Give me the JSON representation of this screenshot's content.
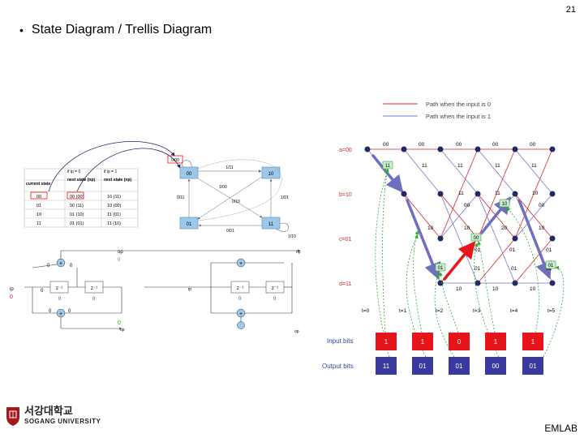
{
  "page_number": "21",
  "title": "State Diagram / Trellis Diagram",
  "footer": {
    "university_kr": "서강대학교",
    "university_en": "SOGANG UNIVERSITY",
    "lab": "EMLAB"
  },
  "state_table": {
    "headers": [
      "current state",
      "next state (np)",
      "next state (np)"
    ],
    "header_top": [
      "if ip = 0",
      "if ip = 1"
    ],
    "rows": [
      [
        "00",
        "00 (00)",
        "10 (11)"
      ],
      [
        "01",
        "00 (11)",
        "10 (00)"
      ],
      [
        "10",
        "01 (10)",
        "11 (01)"
      ],
      [
        "11",
        "01 (01)",
        "11 (10)"
      ]
    ]
  },
  "state_diagram": {
    "states": [
      "00",
      "10",
      "01",
      "11"
    ],
    "edge_labels": [
      "0/00",
      "1/11",
      "1/00",
      "0/11",
      "0/10",
      "1/01",
      "0/01",
      "1/10"
    ]
  },
  "encoder_left": {
    "labels": [
      "op",
      "0",
      "0",
      "0",
      "0",
      "0",
      "0",
      "0",
      "0",
      "0",
      "ip",
      "0",
      "op"
    ],
    "delay": "z⁻¹"
  },
  "encoder_right": {
    "labels": [
      "op",
      "ip",
      "0",
      "0",
      "op"
    ],
    "delay": "z⁻¹"
  },
  "trellis": {
    "legend": [
      "Path when the input is 0",
      "Path when the input is 1"
    ],
    "state_labels": [
      "a=00",
      "b=10",
      "c=01",
      "d=11"
    ],
    "time_labels": [
      "t=0",
      "t=1",
      "t=2",
      "t=3",
      "t=4",
      "t=5"
    ],
    "branch_labels": [
      "00",
      "00",
      "00",
      "00",
      "00",
      "11",
      "11",
      "11",
      "11",
      "11",
      "11",
      "11",
      "00",
      "00",
      "10",
      "10",
      "10",
      "20",
      "10",
      "01",
      "01",
      "01",
      "01",
      "01",
      "01",
      "10",
      "10",
      "10"
    ],
    "annotations": [
      "11",
      "10",
      "01",
      "00",
      "01"
    ],
    "input_label": "Input bits",
    "output_label": "Output bits",
    "input_bits": [
      "1",
      "1",
      "0",
      "1",
      "1"
    ],
    "output_bits": [
      "11",
      "01",
      "01",
      "00",
      "01"
    ]
  },
  "colors": {
    "input_box": "#e8141b",
    "output_box": "#3a3a9e",
    "path0": "#d8262a",
    "path1": "#7a78c8",
    "state_box": "#9cc8ea",
    "node": "#1f2a66",
    "green": "#2eaa2e"
  }
}
